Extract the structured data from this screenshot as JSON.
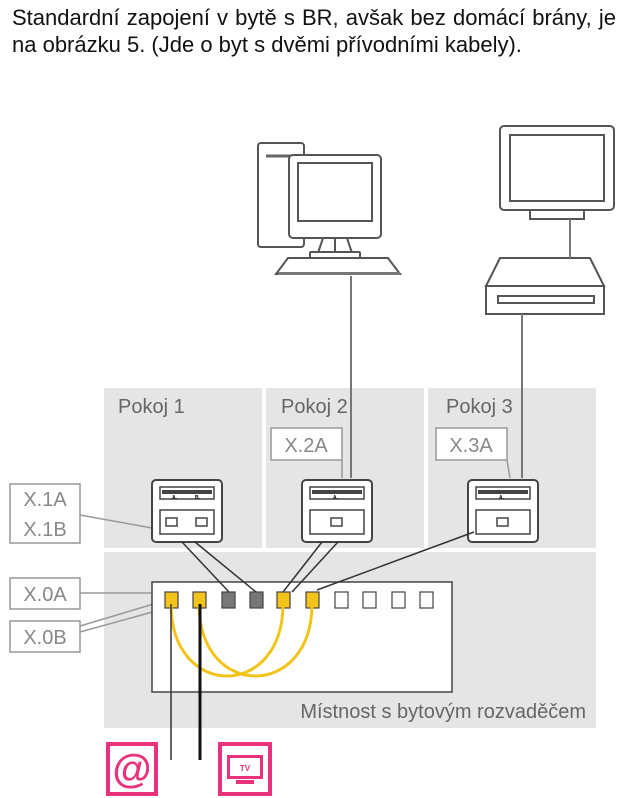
{
  "intro_text": "Standardní zapojení v bytě s BR, avšak bez domácí brány, je na obrázku 5. (Jde o byt s dvěmi přívodními kabely).",
  "rooms": [
    {
      "label": "Pokoj 1"
    },
    {
      "label": "Pokoj 2"
    },
    {
      "label": "Pokoj 3"
    }
  ],
  "distribution_room": {
    "label": "Místnost s bytovým rozvaděčem"
  },
  "callouts": {
    "room1": [
      "X.1A",
      "X.1B"
    ],
    "room2": "X.2A",
    "room3": "X.3A",
    "in_a": "X.0A",
    "in_b": "X.0B"
  },
  "outlet_letters": {
    "a": "A.",
    "b": "B."
  },
  "services": {
    "internet": {
      "icon": "at-sign-icon",
      "glyph": "@",
      "color": "#e8327c"
    },
    "tv": {
      "icon": "tv-icon",
      "glyph": "TV",
      "color": "#e8327c"
    }
  },
  "colors": {
    "room_fill": "#e5e5e5",
    "patch_cable": "#f2c41a",
    "line": "#333333",
    "device": "#555555"
  }
}
